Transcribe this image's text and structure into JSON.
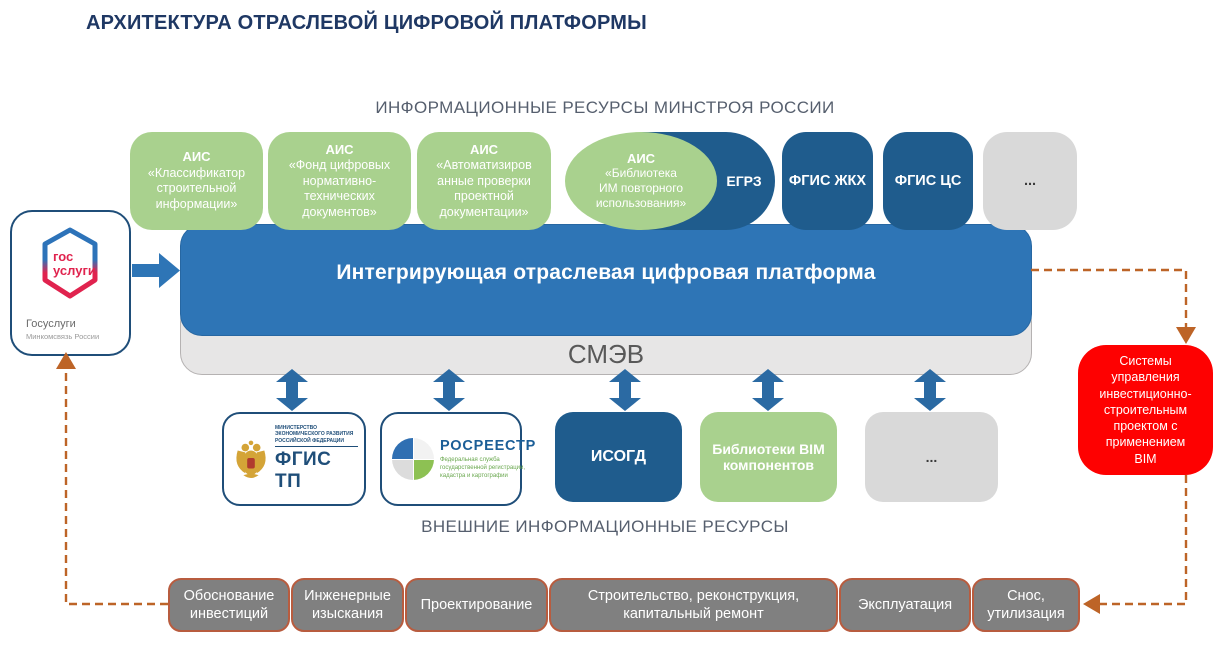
{
  "title": "АРХИТЕКТУРА ОТРАСЛЕВОЙ ЦИФРОВОЙ ПЛАТФОРМЫ",
  "headers": {
    "top": "ИНФОРМАЦИОННЫЕ РЕСУРСЫ МИНСТРОЯ РОССИИ",
    "bottom": "ВНЕШНИЕ ИНФОРМАЦИОННЫЕ РЕСУРСЫ"
  },
  "colors": {
    "green": "#a9d18e",
    "dark_blue": "#1f5c8d",
    "platform_blue": "#2e75b6",
    "light_gray": "#e7e6e6",
    "gray_box": "#d9d9d9",
    "stage_fill": "#808080",
    "stage_border": "#b85c3f",
    "red": "#fe0101",
    "dashed": "#bd6427",
    "title_text": "#1f3864",
    "header_text": "#565f6e"
  },
  "gosuslugi": {
    "logo_line1": "гос",
    "logo_line2": "услуги",
    "caption_line1": "Госуслуги",
    "caption_line2": "Минкомсвязь России"
  },
  "ais_boxes": [
    {
      "prefix": "АИС",
      "body": "«Классификатор\nстроительной\nинформации»"
    },
    {
      "prefix": "АИС",
      "body": "«Фонд цифровых\nнормативно-\nтехнических\nдокументов»"
    },
    {
      "prefix": "АИС",
      "body": "«Автоматизиров\nанные проверки\nпроектной\nдокументации»"
    }
  ],
  "capsule": {
    "prefix": "АИС",
    "body": "«Библиотека\nИМ повторного\nиспользования»",
    "right_label": "ЕГРЗ"
  },
  "minstroy_systems": [
    {
      "label": "ФГИС ЖКХ"
    },
    {
      "label": "ФГИС ЦС"
    },
    {
      "label": "..."
    }
  ],
  "platform": {
    "label": "Интегрирующая отраслевая цифровая платформа"
  },
  "smev": {
    "label": "СМЭВ"
  },
  "external_resources": {
    "fgis_tp": {
      "ministry": "МИНИСТЕРСТВО ЭКОНОМИЧЕСКОГО РАЗВИТИЯ\nРОССИЙСКОЙ ФЕДЕРАЦИИ",
      "label": "ФГИС ТП"
    },
    "rosreestr": {
      "label": "РОСРЕЕСТР",
      "sub": "Федеральная служба\nгосударственной регистрации,\nкадастра и картографии"
    },
    "isogd": {
      "label": "ИСОГД"
    },
    "bim_library": {
      "label": "Библиотеки  BIM\nкомпонентов"
    },
    "other": {
      "label": "..."
    }
  },
  "bim_systems_box": {
    "label": "Системы\nуправления\nинвестиционно-\nстроительным\nпроектом с\nприменением\nBIM"
  },
  "lifecycle_stages": [
    {
      "label": "Обоснование\nинвестиций"
    },
    {
      "label": "Инженерные\nизыскания"
    },
    {
      "label": "Проектирование"
    },
    {
      "label": "Строительство, реконструкция,\nкапитальный ремонт"
    },
    {
      "label": "Эксплуатация"
    },
    {
      "label": "Снос,\nутилизация"
    }
  ]
}
